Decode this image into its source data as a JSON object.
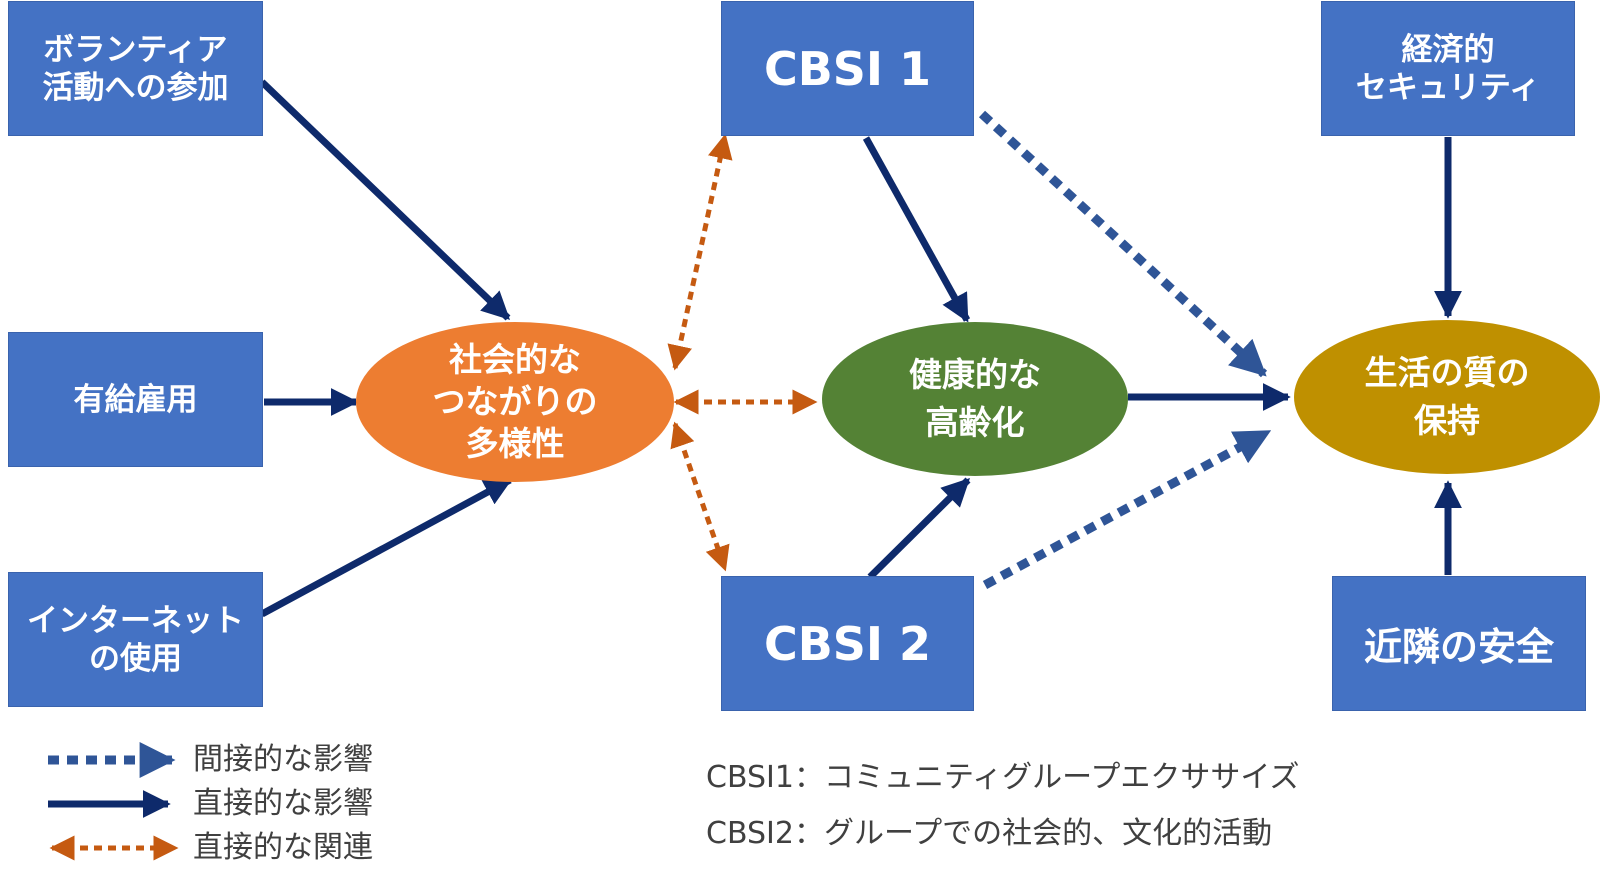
{
  "boxes": {
    "volunteer": "ボランティア\n活動への参加",
    "paid_employment": "有給雇用",
    "internet": "インターネット\nの使用",
    "cbsi1": "CBSI 1",
    "cbsi2": "CBSI 2",
    "economic_security": "経済的\nセキュリティ",
    "neighborhood_safety": "近隣の安全"
  },
  "ellipses": {
    "social_diversity": "社会的な\nつながりの\n多様性",
    "healthy_aging": "健康的な\n高齢化",
    "quality_of_life": "生活の質の\n保持"
  },
  "colors": {
    "box": "#4472c4",
    "social_diversity": "#ed7d31",
    "healthy_aging": "#548235",
    "quality_of_life": "#bf9000",
    "direct_arrow": "#0e2a6b",
    "indirect_arrow": "#2f5597",
    "association_arrow": "#c55a11"
  },
  "legend": {
    "indirect": "間接的な影響",
    "direct": "直接的な影響",
    "association": "直接的な関連"
  },
  "notes": {
    "cbsi1": "CBSI1：コミュニティグループエクササイズ",
    "cbsi2": "CBSI2：グループでの社会的、文化的活動"
  }
}
